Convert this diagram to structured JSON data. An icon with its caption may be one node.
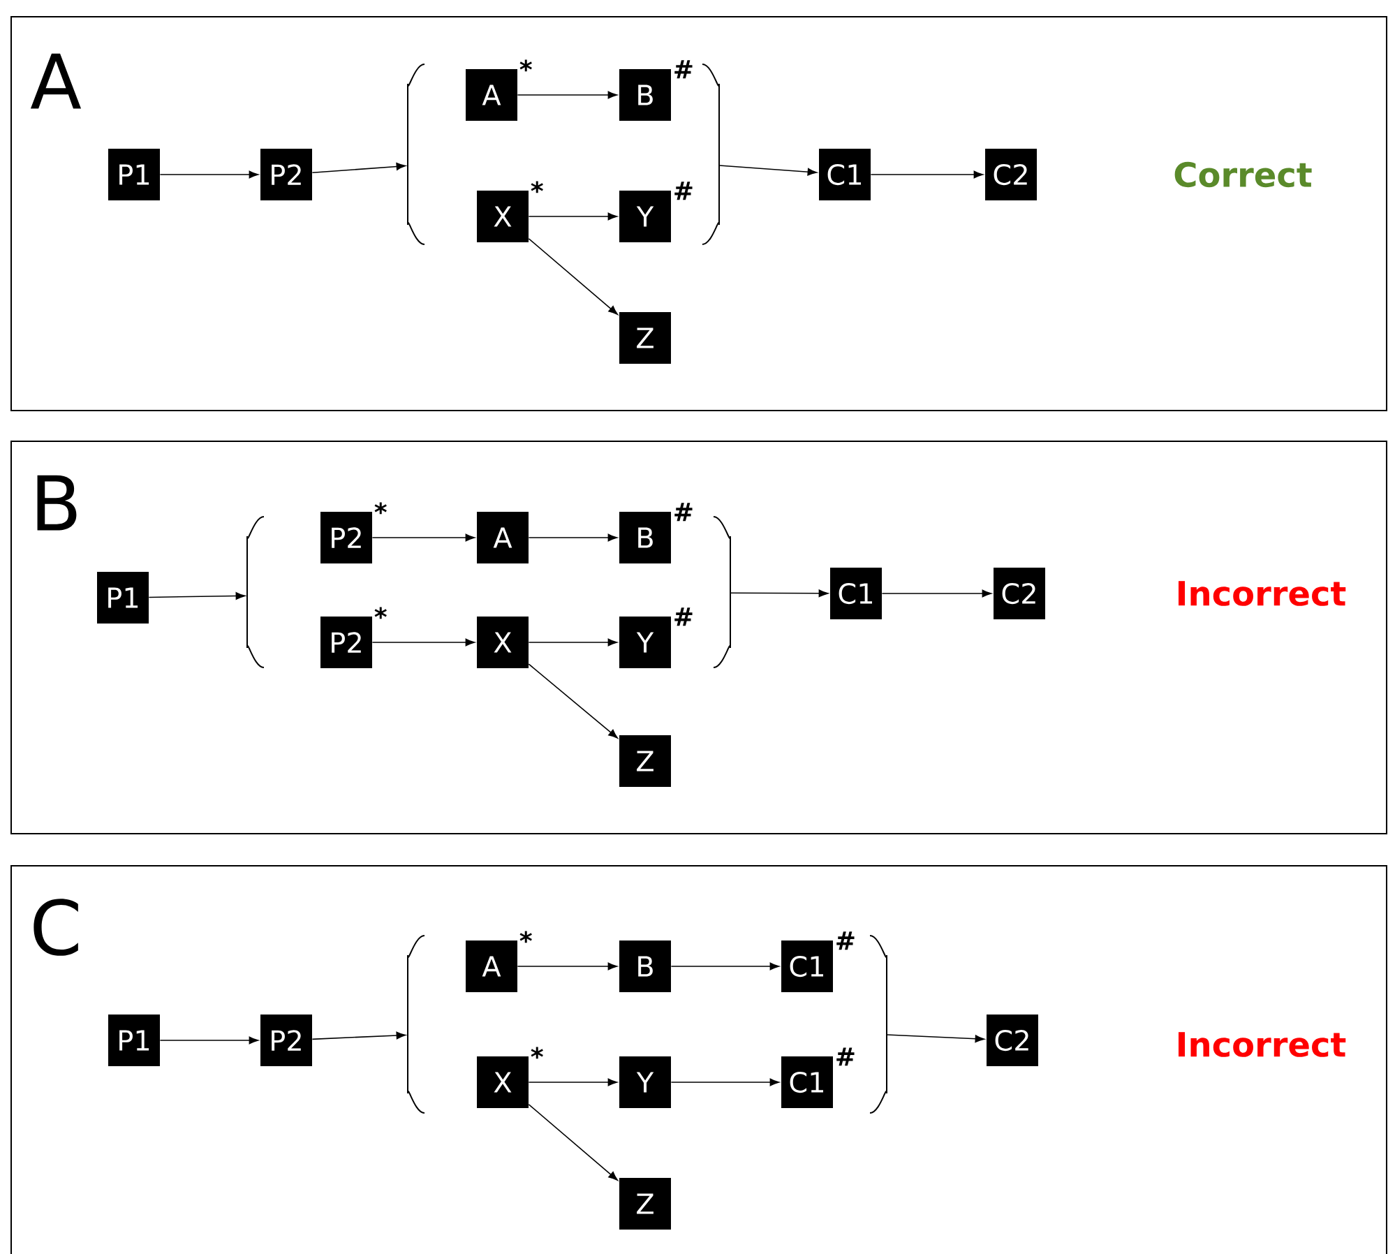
{
  "diagram": {
    "nodes": [
      {
        "text": [
          "A",
          "Correct"
        ]
      },
      {
        "text": [
          "P1"
        ],
        "in": 0
      },
      {
        "text": [
          "P2"
        ],
        "in": 0
      },
      {
        "text": [],
        "shape": "bracket",
        "in": 0
      },
      {
        "text": [
          "A"
        ],
        "in": 3,
        "beside": [
          "*"
        ]
      },
      {
        "text": [
          "B"
        ],
        "in": 3,
        "beside": [
          "#"
        ]
      },
      {
        "text": [
          "X"
        ],
        "in": 3,
        "beside": [
          "*"
        ]
      },
      {
        "text": [
          "Y"
        ],
        "in": 3,
        "beside": [
          "#"
        ]
      },
      {
        "text": [
          "Z"
        ],
        "in": 0
      },
      {
        "text": [
          "C1"
        ],
        "in": 0
      },
      {
        "text": [
          "C2"
        ],
        "in": 0
      },
      {
        "text": [
          "B",
          "Incorrect"
        ]
      },
      {
        "text": [
          "P1"
        ],
        "in": 11
      },
      {
        "text": [],
        "shape": "bracket",
        "in": 11
      },
      {
        "text": [
          "P2"
        ],
        "in": 13,
        "beside": [
          "*"
        ]
      },
      {
        "text": [
          "A"
        ],
        "in": 13
      },
      {
        "text": [
          "B"
        ],
        "in": 13,
        "beside": [
          "#"
        ]
      },
      {
        "text": [
          "P2"
        ],
        "in": 13,
        "beside": [
          "*"
        ]
      },
      {
        "text": [
          "X"
        ],
        "in": 13
      },
      {
        "text": [
          "Y"
        ],
        "in": 13,
        "beside": [
          "#"
        ]
      },
      {
        "text": [
          "Z"
        ],
        "in": 11
      },
      {
        "text": [
          "C1"
        ],
        "in": 11
      },
      {
        "text": [
          "C2"
        ],
        "in": 11
      },
      {
        "text": [
          "C",
          "Incorrect"
        ]
      },
      {
        "text": [
          "P1"
        ],
        "in": 23
      },
      {
        "text": [
          "P2"
        ],
        "in": 23
      },
      {
        "text": [],
        "shape": "bracket",
        "in": 23
      },
      {
        "text": [
          "A"
        ],
        "in": 26,
        "beside": [
          "*"
        ]
      },
      {
        "text": [
          "B"
        ],
        "in": 26
      },
      {
        "text": [
          "C1"
        ],
        "in": 26,
        "beside": [
          "#"
        ]
      },
      {
        "text": [
          "X"
        ],
        "in": 26,
        "beside": [
          "*"
        ]
      },
      {
        "text": [
          "Y"
        ],
        "in": 26
      },
      {
        "text": [
          "C1"
        ],
        "in": 26,
        "beside": [
          "#"
        ]
      },
      {
        "text": [
          "Z"
        ],
        "in": 23
      },
      {
        "text": [
          "C2"
        ],
        "in": 23
      }
    ],
    "edges": [
      {
        "from": 1,
        "to": 2,
        "arrow": "to"
      },
      {
        "from": 2,
        "to": 3,
        "arrow": "to"
      },
      {
        "from": 4,
        "to": 5,
        "arrow": "to"
      },
      {
        "from": 6,
        "to": 7,
        "arrow": "to"
      },
      {
        "from": 6,
        "to": 8,
        "arrow": "to"
      },
      {
        "from": 3,
        "to": 9,
        "arrow": "to"
      },
      {
        "from": 9,
        "to": 10,
        "arrow": "to"
      },
      {
        "from": 12,
        "to": 13,
        "arrow": "to"
      },
      {
        "from": 14,
        "to": 15,
        "arrow": "to"
      },
      {
        "from": 15,
        "to": 16,
        "arrow": "to"
      },
      {
        "from": 17,
        "to": 18,
        "arrow": "to"
      },
      {
        "from": 18,
        "to": 19,
        "arrow": "to"
      },
      {
        "from": 18,
        "to": 20,
        "arrow": "to"
      },
      {
        "from": 13,
        "to": 21,
        "arrow": "to"
      },
      {
        "from": 21,
        "to": 22,
        "arrow": "to"
      },
      {
        "from": 24,
        "to": 25,
        "arrow": "to"
      },
      {
        "from": 25,
        "to": 26,
        "arrow": "to"
      },
      {
        "from": 27,
        "to": 28,
        "arrow": "to"
      },
      {
        "from": 28,
        "to": 29,
        "arrow": "to"
      },
      {
        "from": 30,
        "to": 31,
        "arrow": "to"
      },
      {
        "from": 31,
        "to": 32,
        "arrow": "to"
      },
      {
        "from": 30,
        "to": 33,
        "arrow": "to"
      },
      {
        "from": 26,
        "to": 34,
        "arrow": "to"
      }
    ]
  }
}
